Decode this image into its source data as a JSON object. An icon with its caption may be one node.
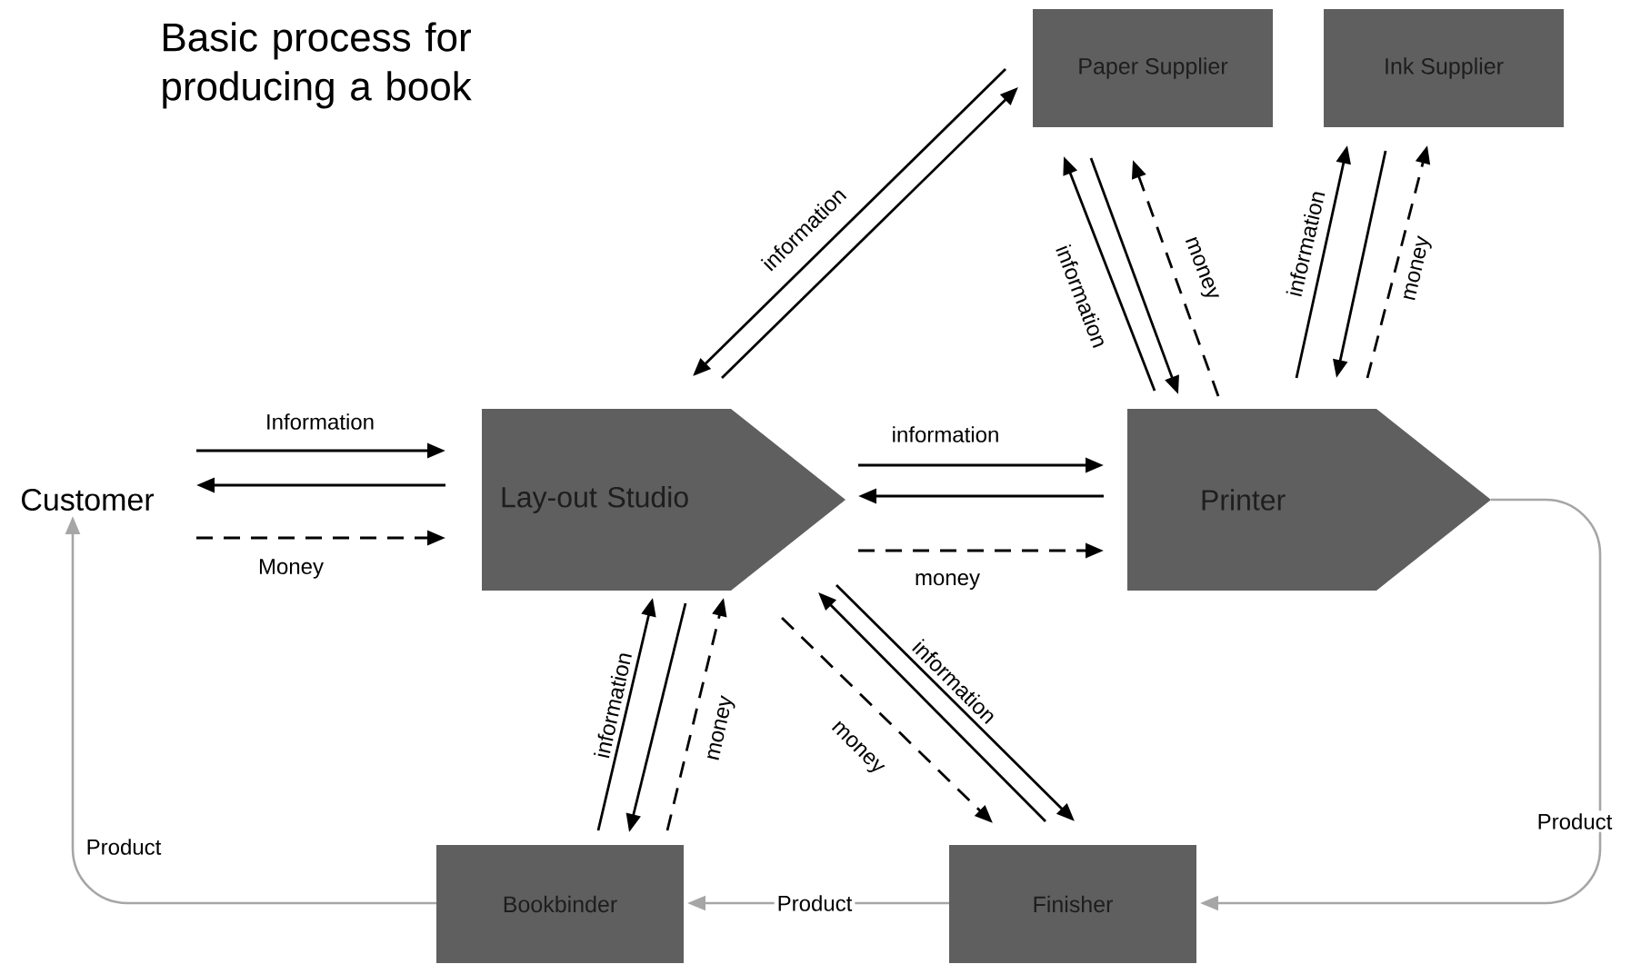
{
  "diagram": {
    "title": "Basic process for producing a book",
    "nodes": [
      {
        "text": [
          "Customer"
        ]
      },
      {
        "text": [
          "Lay-out Studio"
        ]
      },
      {
        "text": [
          "Printer"
        ]
      },
      {
        "text": [
          "Paper Supplier"
        ]
      },
      {
        "text": [
          "Ink Supplier"
        ]
      },
      {
        "text": [
          "Bookbinder"
        ]
      },
      {
        "text": [
          "Finisher"
        ]
      }
    ],
    "edges": [
      {
        "from": 0,
        "to": 1,
        "arrow": "to",
        "label": "Information"
      },
      {
        "from": 1,
        "to": 0,
        "arrow": "to"
      },
      {
        "from": 0,
        "to": 1,
        "arrow": "to",
        "style": "dashed",
        "label": "Money"
      },
      {
        "from": 1,
        "to": 2,
        "arrow": "to",
        "label": "information"
      },
      {
        "from": 2,
        "to": 1,
        "arrow": "to"
      },
      {
        "from": 1,
        "to": 2,
        "arrow": "to",
        "style": "dashed",
        "label": "money"
      },
      {
        "from": 3,
        "to": 1,
        "arrow": "to",
        "label": "information"
      },
      {
        "from": 1,
        "to": 3,
        "arrow": "to"
      },
      {
        "from": 2,
        "to": 3,
        "arrow": "to",
        "label": "information"
      },
      {
        "from": 3,
        "to": 2,
        "arrow": "to"
      },
      {
        "from": 2,
        "to": 3,
        "arrow": "to",
        "style": "dashed",
        "label": "money"
      },
      {
        "from": 2,
        "to": 4,
        "arrow": "to",
        "label": "information"
      },
      {
        "from": 4,
        "to": 2,
        "arrow": "to"
      },
      {
        "from": 2,
        "to": 4,
        "arrow": "to",
        "style": "dashed",
        "label": "money"
      },
      {
        "from": 5,
        "to": 1,
        "arrow": "to",
        "label": "information"
      },
      {
        "from": 1,
        "to": 5,
        "arrow": "to"
      },
      {
        "from": 5,
        "to": 1,
        "arrow": "to",
        "style": "dashed",
        "label": "money"
      },
      {
        "from": 1,
        "to": 6,
        "arrow": "to",
        "style": "dashed",
        "label": "money"
      },
      {
        "from": 6,
        "to": 1,
        "arrow": "to"
      },
      {
        "from": 1,
        "to": 6,
        "arrow": "to",
        "label": "information"
      },
      {
        "from": 2,
        "to": 6,
        "arrow": "to",
        "color": "#a6a6a6",
        "label": "Product"
      },
      {
        "from": 6,
        "to": 5,
        "arrow": "to",
        "color": "#a6a6a6",
        "label": "Product"
      },
      {
        "from": 5,
        "to": 0,
        "arrow": "to",
        "color": "#a6a6a6",
        "label": "Product"
      }
    ]
  }
}
